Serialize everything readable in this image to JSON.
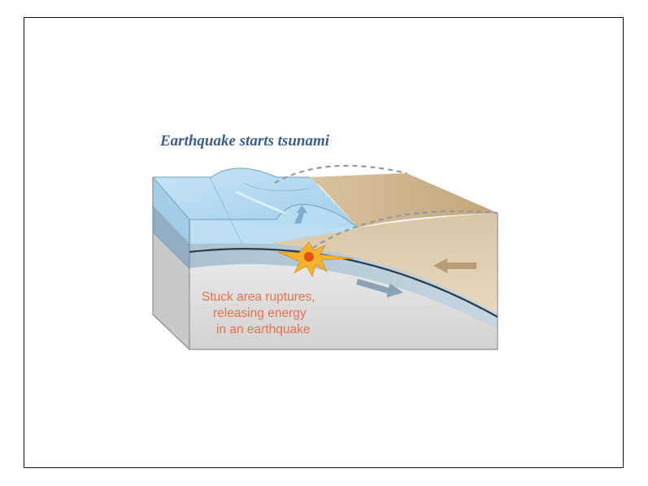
{
  "title": "Earthquake starts tsunami",
  "caption": {
    "line1": "Stuck area ruptures,",
    "line2": "releasing energy",
    "line3": "in an earthquake"
  },
  "colors": {
    "title": "#3a5d93",
    "caption": "#e8704a",
    "water": "#a9d4ee",
    "land": "#c9b08a",
    "plate": "#9ab4c8",
    "mantle": "#dcdcdc",
    "burst": "#f5b32a"
  }
}
